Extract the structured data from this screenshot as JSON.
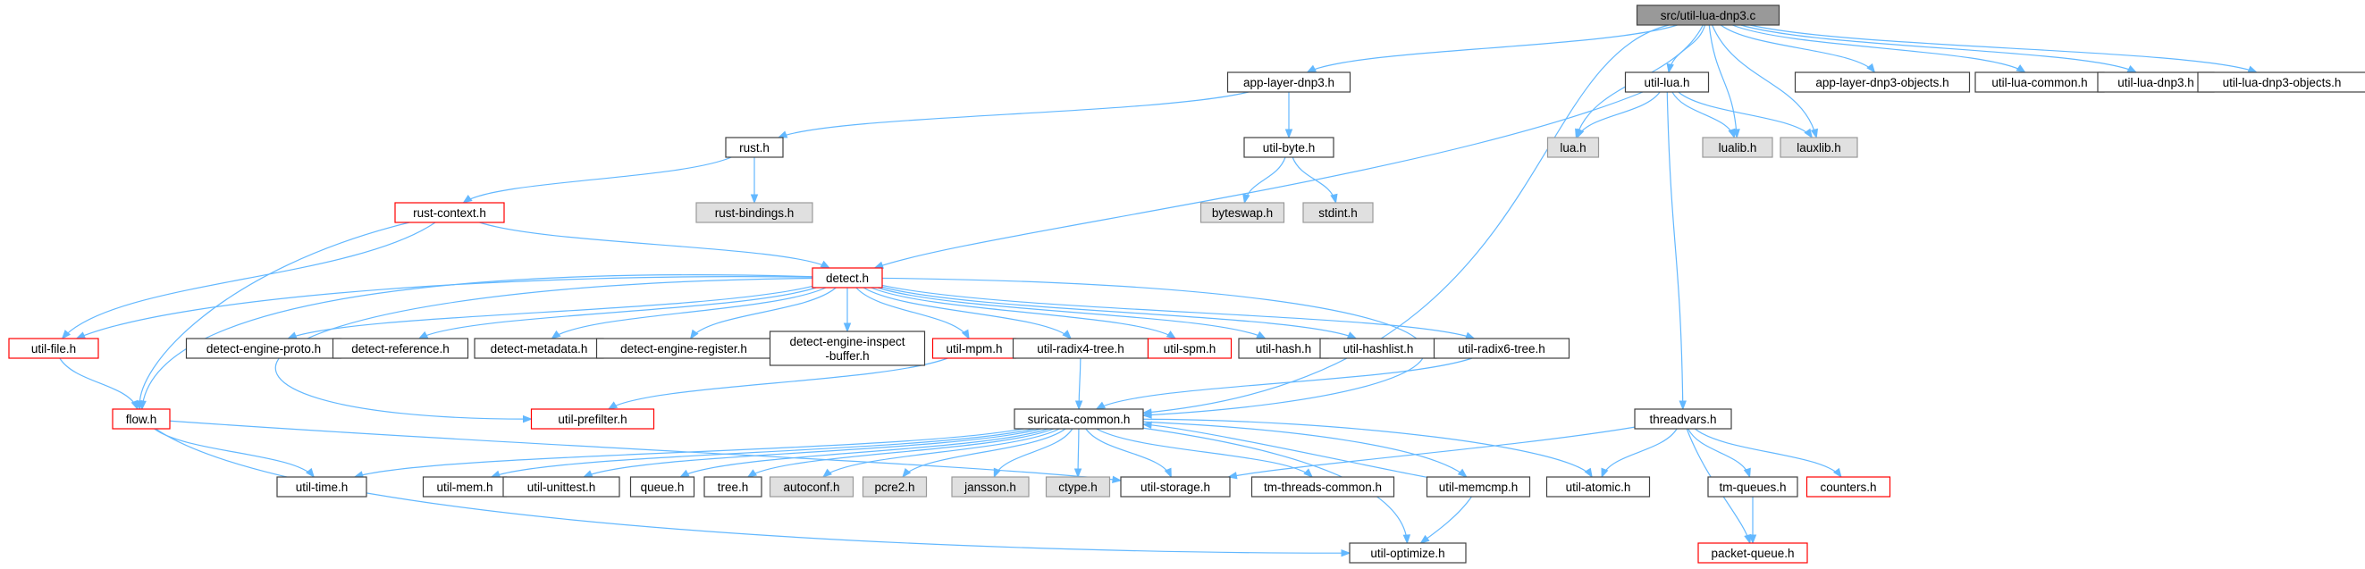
{
  "diagram": {
    "title": "",
    "colors": {
      "edge": "#63b8ff",
      "normal_border": "#404040",
      "normal_fill": "#ffffff",
      "root_fill": "#999999",
      "system_fill": "#e0e0e0",
      "system_border": "#999999",
      "truncated_border": "#ff0000"
    },
    "nodes": [
      {
        "id": "root",
        "label": "src/util-lua-dnp3.c",
        "style": "root"
      },
      {
        "id": "app_layer_dnp3",
        "label": "app-layer-dnp3.h",
        "style": "normal"
      },
      {
        "id": "util_lua",
        "label": "util-lua.h",
        "style": "normal"
      },
      {
        "id": "app_layer_dnp3_objects",
        "label": "app-layer-dnp3-objects.h",
        "style": "normal"
      },
      {
        "id": "util_lua_common",
        "label": "util-lua-common.h",
        "style": "normal"
      },
      {
        "id": "util_lua_dnp3",
        "label": "util-lua-dnp3.h",
        "style": "normal"
      },
      {
        "id": "util_lua_dnp3_objects",
        "label": "util-lua-dnp3-objects.h",
        "style": "normal"
      },
      {
        "id": "lua",
        "label": "lua.h",
        "style": "system"
      },
      {
        "id": "lualib",
        "label": "lualib.h",
        "style": "system"
      },
      {
        "id": "lauxlib",
        "label": "lauxlib.h",
        "style": "system"
      },
      {
        "id": "rust",
        "label": "rust.h",
        "style": "normal"
      },
      {
        "id": "util_byte",
        "label": "util-byte.h",
        "style": "normal"
      },
      {
        "id": "rust_context",
        "label": "rust-context.h",
        "style": "truncated"
      },
      {
        "id": "rust_bindings",
        "label": "rust-bindings.h",
        "style": "system"
      },
      {
        "id": "byteswap",
        "label": "byteswap.h",
        "style": "system"
      },
      {
        "id": "stdint",
        "label": "stdint.h",
        "style": "system"
      },
      {
        "id": "detect",
        "label": "detect.h",
        "style": "truncated"
      },
      {
        "id": "util_file",
        "label": "util-file.h",
        "style": "truncated"
      },
      {
        "id": "flow",
        "label": "flow.h",
        "style": "truncated"
      },
      {
        "id": "detect_engine_proto",
        "label": "detect-engine-proto.h",
        "style": "normal"
      },
      {
        "id": "detect_reference",
        "label": "detect-reference.h",
        "style": "normal"
      },
      {
        "id": "detect_metadata",
        "label": "detect-metadata.h",
        "style": "normal"
      },
      {
        "id": "detect_engine_register",
        "label": "detect-engine-register.h",
        "style": "normal"
      },
      {
        "id": "detect_engine_inspect_buffer",
        "label": "detect-engine-inspect\n-buffer.h",
        "style": "normal"
      },
      {
        "id": "util_mpm",
        "label": "util-mpm.h",
        "style": "truncated"
      },
      {
        "id": "util_radix4_tree",
        "label": "util-radix4-tree.h",
        "style": "normal"
      },
      {
        "id": "util_spm",
        "label": "util-spm.h",
        "style": "truncated"
      },
      {
        "id": "util_hash",
        "label": "util-hash.h",
        "style": "normal"
      },
      {
        "id": "util_hashlist",
        "label": "util-hashlist.h",
        "style": "normal"
      },
      {
        "id": "util_radix6_tree",
        "label": "util-radix6-tree.h",
        "style": "normal"
      },
      {
        "id": "util_prefilter",
        "label": "util-prefilter.h",
        "style": "truncated"
      },
      {
        "id": "suricata_common",
        "label": "suricata-common.h",
        "style": "normal"
      },
      {
        "id": "threadvars",
        "label": "threadvars.h",
        "style": "normal"
      },
      {
        "id": "util_time",
        "label": "util-time.h",
        "style": "normal"
      },
      {
        "id": "util_mem",
        "label": "util-mem.h",
        "style": "normal"
      },
      {
        "id": "util_unittest",
        "label": "util-unittest.h",
        "style": "normal"
      },
      {
        "id": "queue",
        "label": "queue.h",
        "style": "normal"
      },
      {
        "id": "tree",
        "label": "tree.h",
        "style": "normal"
      },
      {
        "id": "autoconf",
        "label": "autoconf.h",
        "style": "system"
      },
      {
        "id": "pcre2",
        "label": "pcre2.h",
        "style": "system"
      },
      {
        "id": "jansson",
        "label": "jansson.h",
        "style": "system"
      },
      {
        "id": "ctype",
        "label": "ctype.h",
        "style": "system"
      },
      {
        "id": "util_storage",
        "label": "util-storage.h",
        "style": "normal"
      },
      {
        "id": "tm_threads_common",
        "label": "tm-threads-common.h",
        "style": "normal"
      },
      {
        "id": "util_memcmp",
        "label": "util-memcmp.h",
        "style": "normal"
      },
      {
        "id": "util_atomic",
        "label": "util-atomic.h",
        "style": "normal"
      },
      {
        "id": "tm_queues",
        "label": "tm-queues.h",
        "style": "normal"
      },
      {
        "id": "counters",
        "label": "counters.h",
        "style": "truncated"
      },
      {
        "id": "util_optimize",
        "label": "util-optimize.h",
        "style": "normal"
      },
      {
        "id": "packet_queue",
        "label": "packet-queue.h",
        "style": "truncated"
      }
    ],
    "edges": [
      [
        "root",
        "app_layer_dnp3"
      ],
      [
        "root",
        "util_lua"
      ],
      [
        "root",
        "app_layer_dnp3_objects"
      ],
      [
        "root",
        "util_lua_common"
      ],
      [
        "root",
        "util_lua_dnp3"
      ],
      [
        "root",
        "util_lua_dnp3_objects"
      ],
      [
        "root",
        "lua"
      ],
      [
        "root",
        "lualib"
      ],
      [
        "root",
        "lauxlib"
      ],
      [
        "root",
        "suricata_common"
      ],
      [
        "app_layer_dnp3",
        "rust"
      ],
      [
        "app_layer_dnp3",
        "util_byte"
      ],
      [
        "util_lua",
        "lua"
      ],
      [
        "util_lua",
        "lualib"
      ],
      [
        "util_lua",
        "lauxlib"
      ],
      [
        "util_lua",
        "detect"
      ],
      [
        "util_lua",
        "threadvars"
      ],
      [
        "rust",
        "rust_context"
      ],
      [
        "rust",
        "rust_bindings"
      ],
      [
        "util_byte",
        "byteswap"
      ],
      [
        "util_byte",
        "stdint"
      ],
      [
        "rust_context",
        "detect"
      ],
      [
        "rust_context",
        "util_file"
      ],
      [
        "rust_context",
        "flow"
      ],
      [
        "detect",
        "util_file"
      ],
      [
        "detect",
        "flow"
      ],
      [
        "detect",
        "detect_engine_proto"
      ],
      [
        "detect",
        "detect_reference"
      ],
      [
        "detect",
        "detect_metadata"
      ],
      [
        "detect",
        "detect_engine_register"
      ],
      [
        "detect",
        "detect_engine_inspect_buffer"
      ],
      [
        "detect",
        "util_mpm"
      ],
      [
        "detect",
        "util_radix4_tree"
      ],
      [
        "detect",
        "util_spm"
      ],
      [
        "detect",
        "util_hash"
      ],
      [
        "detect",
        "util_hashlist"
      ],
      [
        "detect",
        "util_radix6_tree"
      ],
      [
        "detect",
        "util_prefilter"
      ],
      [
        "detect",
        "suricata_common"
      ],
      [
        "util_file",
        "flow"
      ],
      [
        "util_mpm",
        "util_prefilter"
      ],
      [
        "util_radix4_tree",
        "suricata_common"
      ],
      [
        "util_radix6_tree",
        "suricata_common"
      ],
      [
        "flow",
        "util_time"
      ],
      [
        "flow",
        "util_storage"
      ],
      [
        "flow",
        "util_optimize"
      ],
      [
        "suricata_common",
        "util_time"
      ],
      [
        "suricata_common",
        "util_mem"
      ],
      [
        "suricata_common",
        "util_unittest"
      ],
      [
        "suricata_common",
        "queue"
      ],
      [
        "suricata_common",
        "tree"
      ],
      [
        "suricata_common",
        "autoconf"
      ],
      [
        "suricata_common",
        "pcre2"
      ],
      [
        "suricata_common",
        "jansson"
      ],
      [
        "suricata_common",
        "ctype"
      ],
      [
        "suricata_common",
        "util_storage"
      ],
      [
        "suricata_common",
        "tm_threads_common"
      ],
      [
        "suricata_common",
        "util_memcmp"
      ],
      [
        "suricata_common",
        "util_atomic"
      ],
      [
        "suricata_common",
        "util_optimize"
      ],
      [
        "util_memcmp",
        "suricata_common"
      ],
      [
        "util_memcmp",
        "util_optimize"
      ],
      [
        "threadvars",
        "util_storage"
      ],
      [
        "threadvars",
        "util_atomic"
      ],
      [
        "threadvars",
        "tm_queues"
      ],
      [
        "threadvars",
        "counters"
      ],
      [
        "threadvars",
        "packet_queue"
      ],
      [
        "tm_queues",
        "packet_queue"
      ]
    ]
  }
}
